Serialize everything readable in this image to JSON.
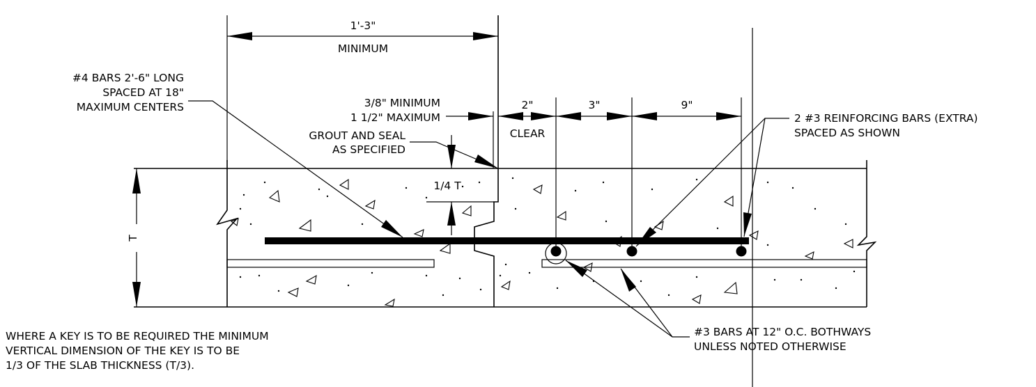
{
  "labels": {
    "dim_top": "1'-3\"",
    "dim_top_sub": "MINIMUM",
    "bars_no4_line1": "#4 BARS 2'-6\" LONG",
    "bars_no4_line2": "SPACED AT 18\"",
    "bars_no4_line3": "MAXIMUM CENTERS",
    "gap_line1": "3/8\" MINIMUM",
    "gap_line2": "1 1/2\" MAXIMUM",
    "grout_line1": "GROUT AND SEAL",
    "grout_line2": "AS SPECIFIED",
    "quarter_t": "1/4 T",
    "dim_clear": "2\"",
    "dim_clear_sub": "CLEAR",
    "dim_3": "3\"",
    "dim_9": "9\"",
    "reinf_line1": "2 #3 REINFORCING BARS (EXTRA)",
    "reinf_line2": "SPACED AS SHOWN",
    "thickness": "T",
    "note_line1": "WHERE A KEY IS TO BE REQUIRED THE MINIMUM",
    "note_line2": "VERTICAL DIMENSION OF THE KEY IS TO BE",
    "note_line3": "1/3 OF THE SLAB THICKNESS (T/3).",
    "bars_no3_line1": "#3 BARS AT 12\" O.C. BOTHWAYS",
    "bars_no3_line2": "UNLESS NOTED OTHERWISE"
  }
}
